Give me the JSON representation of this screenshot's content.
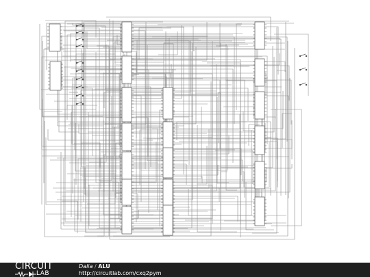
{
  "footer": {
    "logo_top": "CIRCUIT",
    "logo_bottom": "LAB",
    "author": "Dalia",
    "separator": "/",
    "title": "ALU",
    "url": "http://circuitlab.com/cxq2pym"
  },
  "colors": {
    "wire": "#8c8c8c",
    "component": "#555555",
    "footer_bg": "#1f1f1f"
  }
}
